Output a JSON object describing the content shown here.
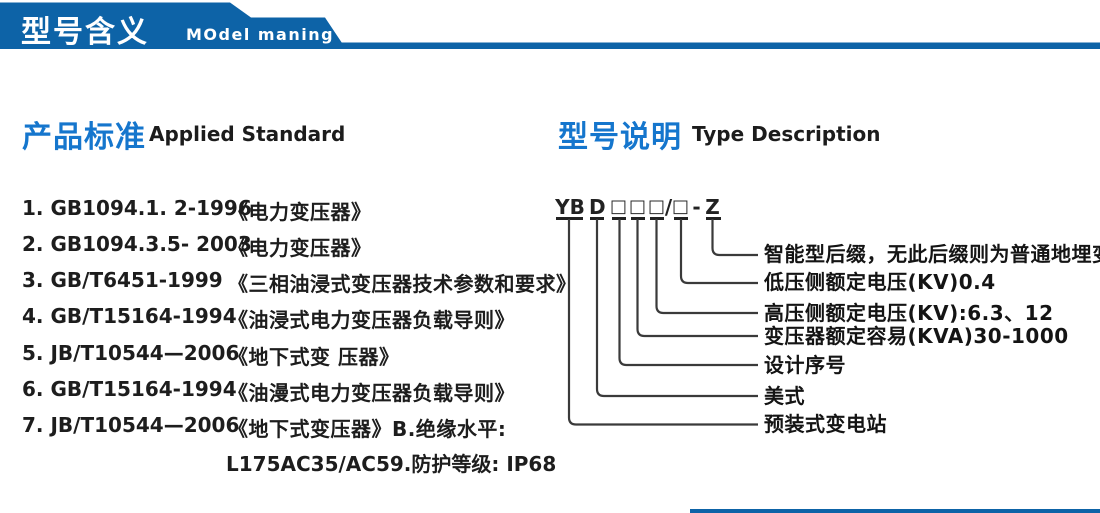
{
  "header": {
    "title_cn": "型号含义",
    "title_en": "MOdel maning"
  },
  "left": {
    "heading_cn": "产品标准",
    "heading_en": "Applied Standard",
    "items": [
      {
        "code": "1. GB1094.1. 2-1996",
        "title": "《电力变压器》"
      },
      {
        "code": "2. GB1094.3.5- 2003",
        "title": "《电力变压器》"
      },
      {
        "code": "3. GB/T6451-1999",
        "title": "《三相油浸式变压器技术参数和要求》"
      },
      {
        "code": "4. GB/T15164-1994",
        "title": "《油浸式电力变压器负载导则》"
      },
      {
        "code": "5. JB/T10544—2006",
        "title": "《地下式变 压器》"
      },
      {
        "code": "6. GB/T15164-1994",
        "title": "《油漫式电力变压器负载导则》"
      },
      {
        "code": "7. JB/T10544—2006",
        "title": "《地下式变压器》B.绝缘水平:"
      }
    ],
    "continuation": "L175AC35/AC59.防护等级: IP68"
  },
  "right": {
    "heading_cn": "型号说明",
    "heading_en": "Type Description",
    "code_segments": [
      "YB",
      "D",
      "□",
      "□",
      "□",
      "/",
      "□",
      "-",
      "Z"
    ],
    "labels": [
      "智能型后缀，无此后缀则为普通地埋变",
      "低压侧额定电压(KV)0.4",
      "高压侧额定电压(KV):6.3、12",
      "变压器额定容易(KVA)30-1000",
      "设计序号",
      "美式",
      "预装式变电站"
    ]
  },
  "colors": {
    "banner_blue": "#0d63a7",
    "heading_blue": "#1576cd",
    "line_gray": "#3a3a3a"
  }
}
